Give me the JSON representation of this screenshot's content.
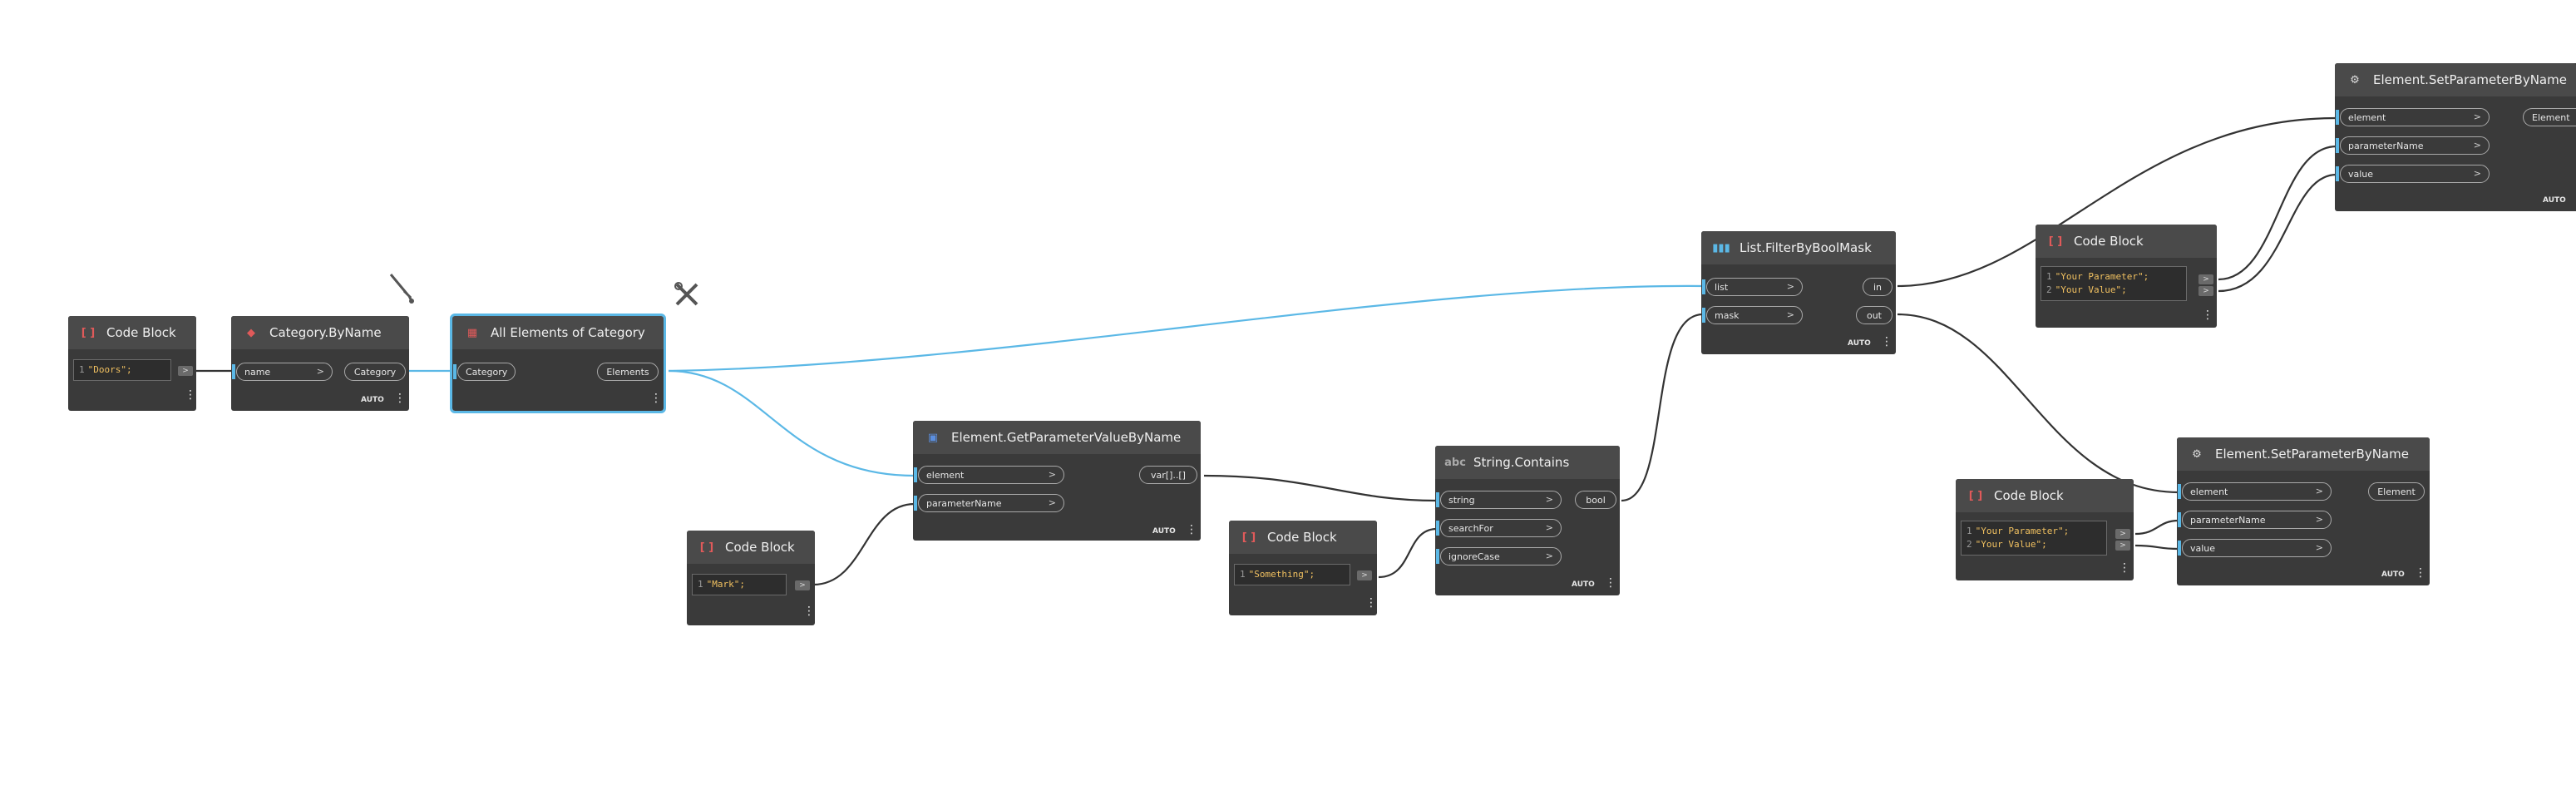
{
  "nodes": {
    "cb_doors": {
      "title": "Code Block",
      "lines": [
        {
          "n": "1",
          "text": "\"Doors\";"
        }
      ]
    },
    "cat_byname": {
      "title": "Category.ByName",
      "inputs": [
        "name"
      ],
      "outputs": [
        "Category"
      ],
      "lacing": "AUTO"
    },
    "all_elements": {
      "title": "All Elements of Category",
      "inputs": [
        "Category"
      ],
      "outputs": [
        "Elements"
      ]
    },
    "cb_mark": {
      "title": "Code Block",
      "lines": [
        {
          "n": "1",
          "text": "\"Mark\";"
        }
      ]
    },
    "get_param": {
      "title": "Element.GetParameterValueByName",
      "inputs": [
        "element",
        "parameterName"
      ],
      "outputs": [
        "var[]..[]"
      ],
      "lacing": "AUTO"
    },
    "cb_something": {
      "title": "Code Block",
      "lines": [
        {
          "n": "1",
          "text": "\"Something\";"
        }
      ]
    },
    "str_contains": {
      "title": "String.Contains",
      "inputs": [
        "string",
        "searchFor",
        "ignoreCase"
      ],
      "outputs": [
        "bool"
      ],
      "lacing": "AUTO"
    },
    "filter_mask": {
      "title": "List.FilterByBoolMask",
      "inputs": [
        "list",
        "mask"
      ],
      "outputs": [
        "in",
        "out"
      ],
      "lacing": "AUTO"
    },
    "cb_param_top": {
      "title": "Code Block",
      "lines": [
        {
          "n": "1",
          "text": "\"Your Parameter\";"
        },
        {
          "n": "2",
          "text": "\"Your Value\";"
        }
      ]
    },
    "set_param_top": {
      "title": "Element.SetParameterByName",
      "inputs": [
        "element",
        "parameterName",
        "value"
      ],
      "outputs": [
        "Element"
      ],
      "lacing": "AUTO"
    },
    "cb_param_bottom": {
      "title": "Code Block",
      "lines": [
        {
          "n": "1",
          "text": "\"Your Parameter\";"
        },
        {
          "n": "2",
          "text": "\"Your Value\";"
        }
      ]
    },
    "set_param_bottom": {
      "title": "Element.SetParameterByName",
      "inputs": [
        "element",
        "parameterName",
        "value"
      ],
      "outputs": [
        "Element"
      ],
      "lacing": "AUTO"
    }
  },
  "icons": {
    "floating_1": "eyedropper-icon",
    "floating_2": "tools-icon"
  },
  "colors": {
    "canvas": "#ffffff",
    "node_body": "#3a3a3a",
    "node_header": "#4a4a4a",
    "selected_wire": "#5bb8e6",
    "wire": "#333333",
    "code_text": "#f0c060"
  }
}
